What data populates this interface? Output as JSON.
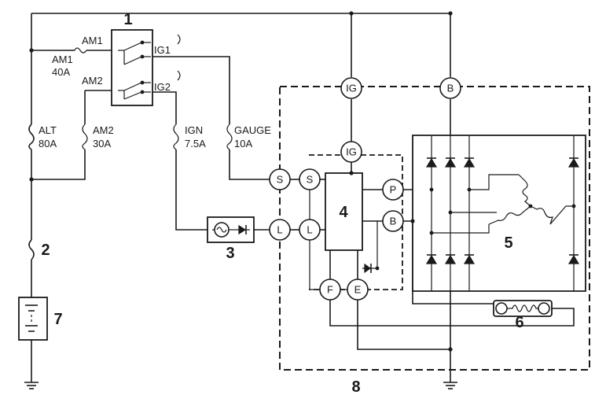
{
  "components": {
    "ignition_switch": {
      "number": "1",
      "pins": [
        "AM1",
        "AM2",
        "IG1",
        "IG2"
      ]
    },
    "fusible_link_2": {
      "number": "2"
    },
    "charge_lamp": {
      "number": "3"
    },
    "regulator": {
      "number": "4"
    },
    "stator_rectifier": {
      "number": "5"
    },
    "rotor": {
      "number": "6"
    },
    "battery": {
      "number": "7"
    },
    "alternator": {
      "number": "8"
    }
  },
  "fuses": [
    {
      "name": "AM1",
      "rating": "40A"
    },
    {
      "name": "AM2",
      "rating": "30A"
    },
    {
      "name": "ALT",
      "rating": "80A"
    },
    {
      "name": "IGN",
      "rating": "7.5A"
    },
    {
      "name": "GAUGE",
      "rating": "10A"
    }
  ],
  "terminals": {
    "alternator_ig": "IG",
    "alternator_b": "B",
    "alternator_s": "S",
    "alternator_l": "L",
    "regulator_ig": "IG",
    "regulator_s": "S",
    "regulator_l": "L",
    "regulator_p": "P",
    "regulator_b": "B",
    "regulator_f": "F",
    "regulator_e": "E"
  }
}
